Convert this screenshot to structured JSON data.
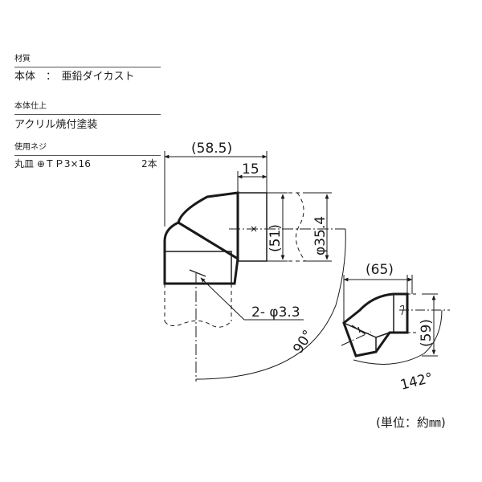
{
  "specs": {
    "material_label": "材質",
    "material_value": "本体　：　亜鉛ダイカスト",
    "finish_label": "本体仕上",
    "finish_value": "アクリル焼付塗装",
    "screw_label": "使用ネジ",
    "screw_value": "丸皿 ⊕ＴＰ3×16",
    "screw_qty": "2本"
  },
  "dimensions": {
    "overall_width": "(58.5)",
    "socket_depth": "15",
    "height": "(51)",
    "diameter": "φ35.4",
    "holes": "2- φ3.3",
    "angle_main": "90°",
    "small_width": "(65)",
    "small_height": "(59)",
    "angle_small": "142°"
  },
  "unit": "(単位：約㎜)"
}
